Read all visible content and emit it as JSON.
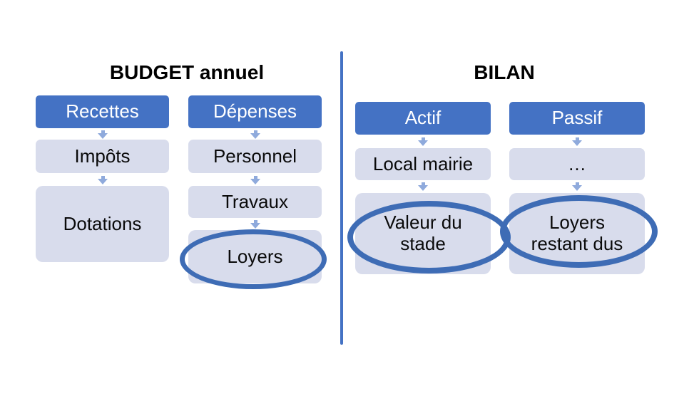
{
  "budget": {
    "title": "BUDGET annuel",
    "recettes": {
      "header": "Recettes",
      "items": [
        "Impôts",
        "Dotations"
      ]
    },
    "depenses": {
      "header": "Dépenses",
      "items": [
        "Personnel",
        "Travaux",
        "Loyers"
      ]
    }
  },
  "bilan": {
    "title": "BILAN",
    "actif": {
      "header": "Actif",
      "items": [
        "Local mairie",
        "Valeur du\nstade"
      ]
    },
    "passif": {
      "header": "Passif",
      "items": [
        "…",
        "Loyers\nrestant dus"
      ]
    }
  },
  "annotations": {
    "circled_items": [
      "Loyers",
      "Valeur du stade",
      "Loyers restant dus"
    ]
  },
  "colors": {
    "header_bg": "#4472C4",
    "header_text": "#FFFFFF",
    "item_bg": "#D8DCEC",
    "item_text": "#0A0A0A",
    "arrow": "#8FAADC",
    "ellipse_stroke": "#3E6CB5",
    "divider": "#4472C4"
  }
}
